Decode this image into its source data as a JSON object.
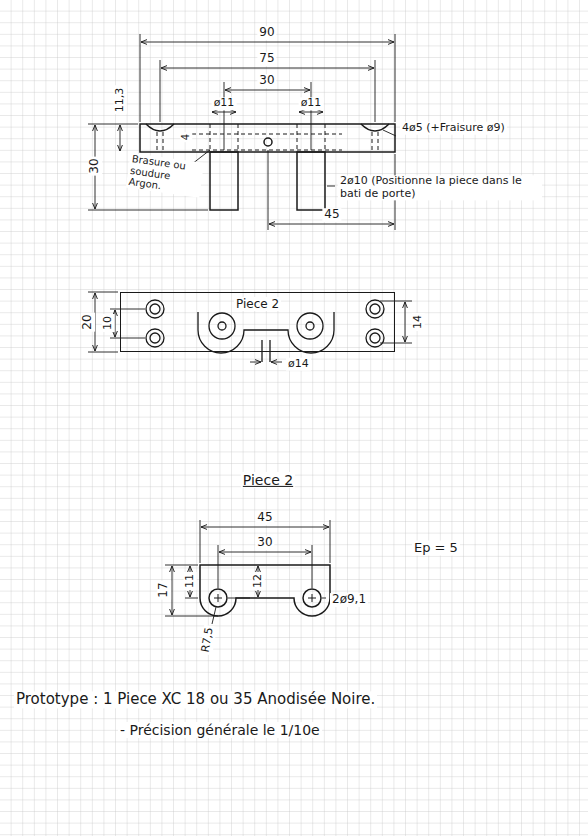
{
  "diagram": {
    "nodes": [
      {
        "text": [
          "Piece 2"
        ]
      }
    ],
    "labels": [
      "90",
      "75",
      "30",
      "ø11",
      "ø11",
      "30",
      "11,3",
      "4",
      "4ø5 (+Fraisure ø9)",
      "Brasure ou soudure Argon.",
      "2ø10 (Positionne la piece dans le bati de porte)",
      "45",
      "20",
      "10",
      "14",
      "ø14",
      "Piece 2",
      "45",
      "30",
      "17",
      "11",
      "12",
      "2ø9,1",
      "Ep = 5",
      "R7,5",
      "Prototype : 1 Piece XC 18 ou 35 Anodisée Noire.",
      "- Précision générale le 1/10e"
    ]
  }
}
